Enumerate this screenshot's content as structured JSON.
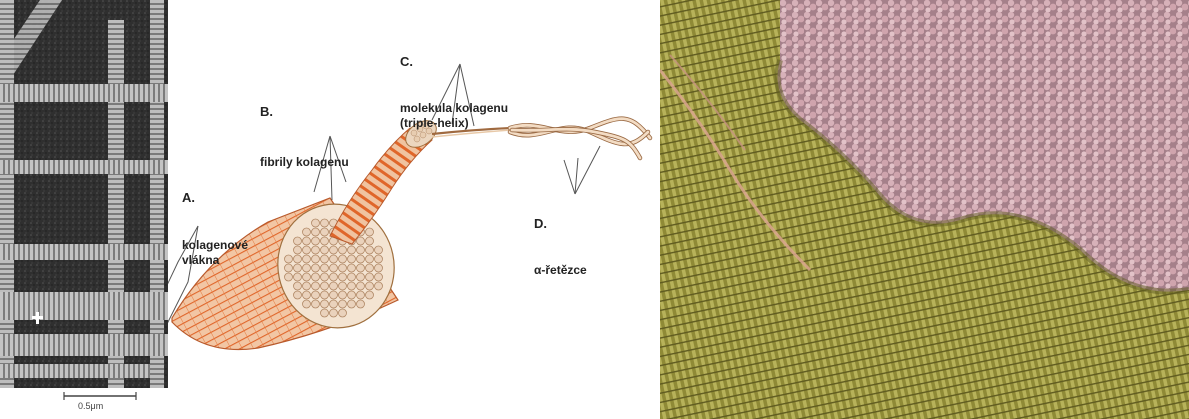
{
  "labels": {
    "a": {
      "letter": "A.",
      "text": "kolagenové\nvlákna"
    },
    "b": {
      "letter": "B.",
      "text": "fibrily kolagenu"
    },
    "c": {
      "letter": "C.",
      "text": "molekula kolagenu\n(triple-helix)"
    },
    "d": {
      "letter": "D.",
      "text": "α-řetězce"
    }
  },
  "scale_bar": {
    "text": "0.5μm"
  },
  "colors": {
    "fiber_orange": "#e0662a",
    "fibril_tan": "#ead2bc",
    "sem_pink": "#c9a0a8",
    "sem_olive": "#9a9640"
  }
}
